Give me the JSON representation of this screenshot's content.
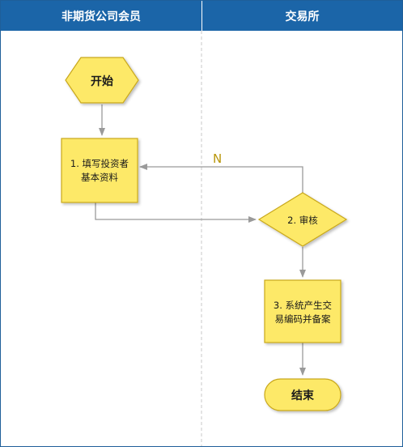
{
  "lanes": {
    "left": "非期货公司会员",
    "right": "交易所"
  },
  "nodes": {
    "start": "开始",
    "step1_line1": "1. 填写投资者",
    "step1_line2": "基本资料",
    "step2": "2. 审核",
    "step3_line1": "3. 系统产生交",
    "step3_line2": "易编码并备案",
    "end": "结束"
  },
  "edges": {
    "reject_label": "N"
  },
  "colors": {
    "header": "#1b65a8",
    "shape_fill": "#fde968",
    "shape_stroke": "#c9a81c",
    "connector": "#9a9a9a",
    "reject_label": "#b8960a"
  }
}
